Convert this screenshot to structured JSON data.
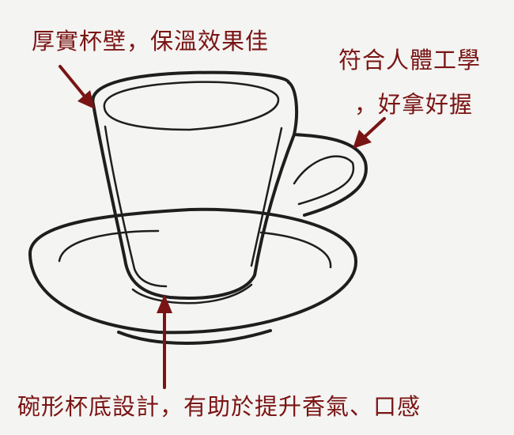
{
  "annotations": {
    "wall": "厚實杯壁，保溫效果佳",
    "handle_line1": "符合人體工學",
    "handle_line2": "，好拿好握",
    "base": "碗形杯底設計，有助於提升香氣、口感"
  },
  "colors": {
    "annotation": "#7a1414",
    "ink": "#1e1e1e",
    "background": "#f4f4f2"
  }
}
